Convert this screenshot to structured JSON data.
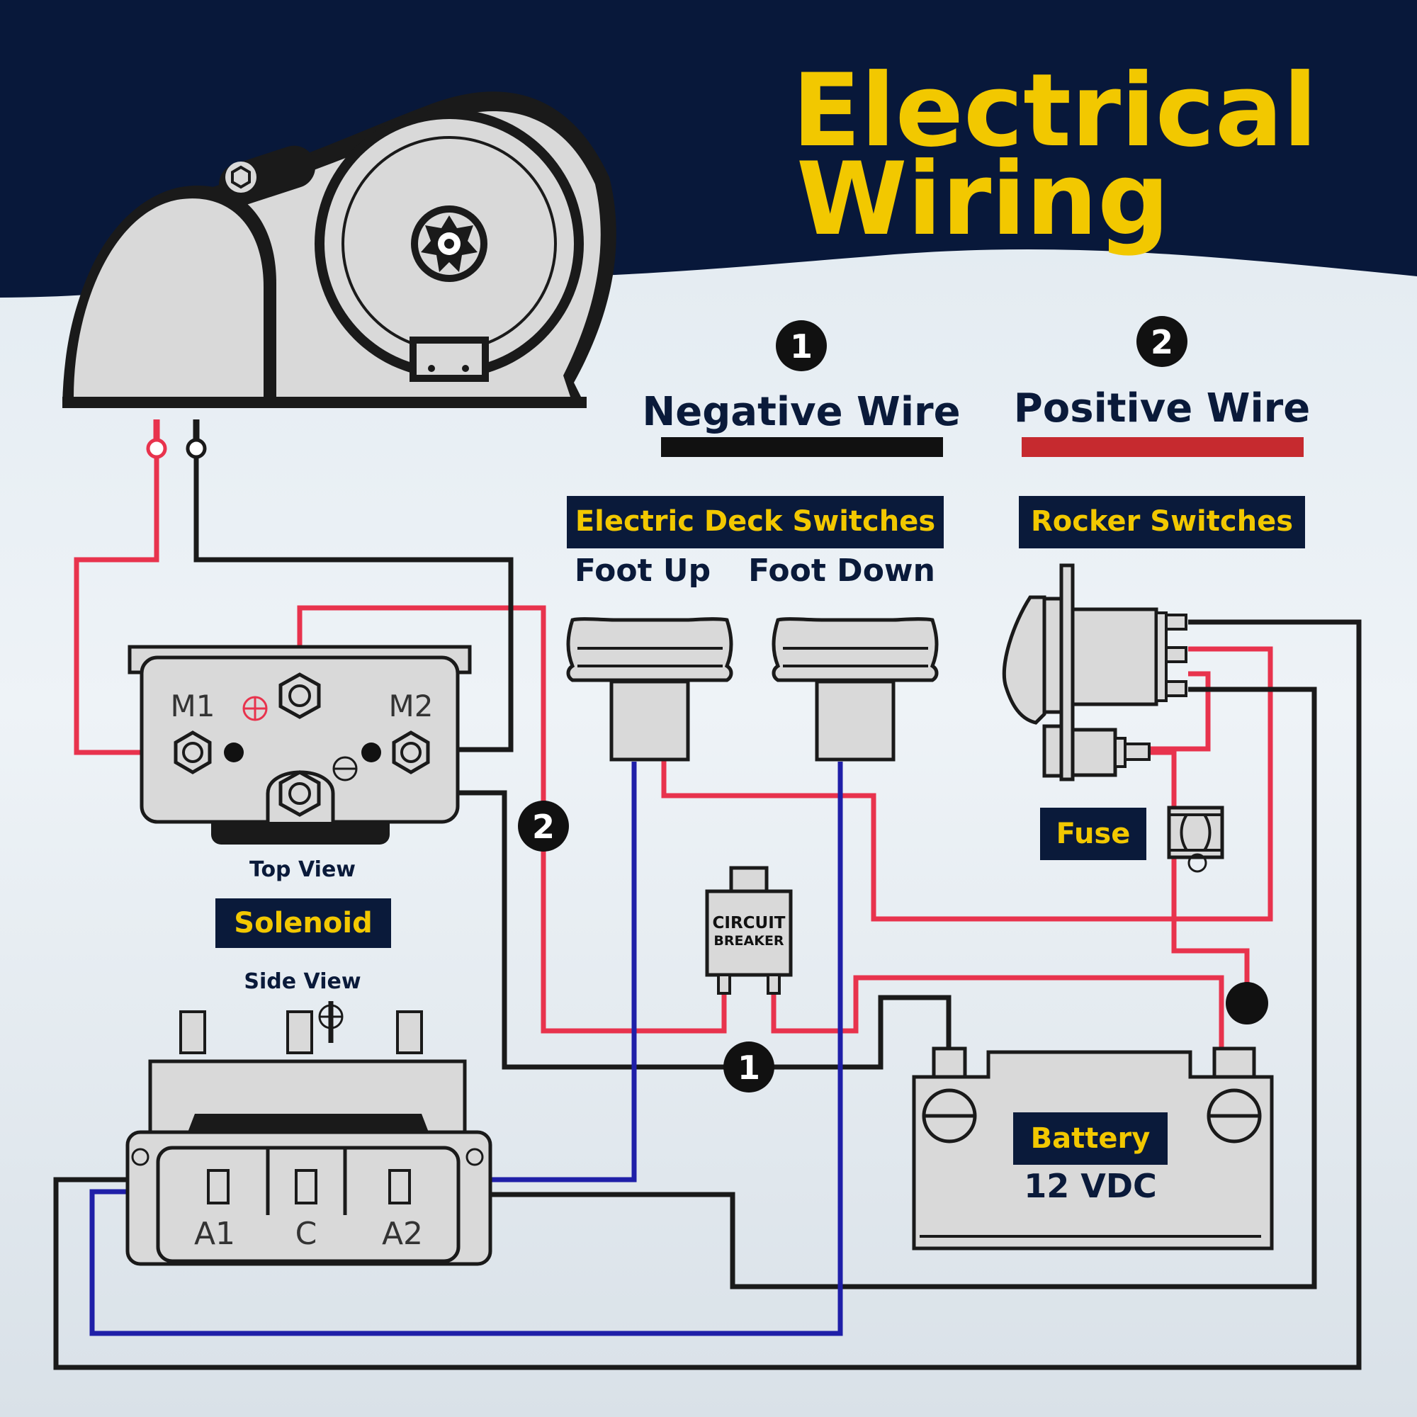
{
  "title": {
    "line1": "Electrical",
    "line2": "Wiring"
  },
  "legend": {
    "negative": {
      "number": "1",
      "label": "Negative Wire"
    },
    "positive": {
      "number": "2",
      "label": "Positive Wire"
    }
  },
  "colors": {
    "title": "#f2c800",
    "navy": "#0a1a3a",
    "positive_wire": "#e8334d",
    "negative_wire": "#1a1a1a",
    "signal_wire": "#1f1fa8",
    "legend_red": "#c62a2f",
    "badge_text": "#f2c800"
  },
  "deck_switches": {
    "heading": "Electric Deck Switches",
    "foot_up": "Foot Up",
    "foot_down": "Foot Down"
  },
  "rocker": {
    "heading": "Rocker Switches",
    "fuse": "Fuse"
  },
  "solenoid_top": {
    "m1": "M1",
    "m2": "M2",
    "caption": "Top View",
    "badge": "Solenoid"
  },
  "solenoid_side": {
    "caption": "Side View",
    "a1": "A1",
    "c": "C",
    "a2": "A2"
  },
  "breaker": {
    "line1": "CIRCUIT",
    "line2": "BREAKER"
  },
  "battery": {
    "badge": "Battery",
    "voltage": "12 VDC"
  },
  "markers": {
    "positive": "2",
    "negative": "1"
  }
}
